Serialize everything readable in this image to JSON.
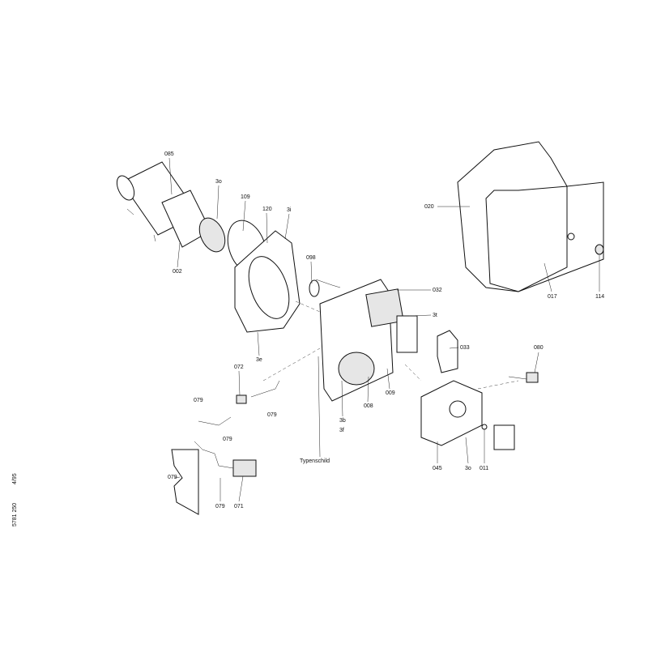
{
  "diagram": {
    "title_block": {
      "drawing_number": "5781 250",
      "date": "4/95"
    },
    "labels": [
      "085",
      "3o",
      "109",
      "120",
      "3i",
      "098",
      "002",
      "032",
      "3t",
      "020",
      "017",
      "114",
      "033",
      "080",
      "3e",
      "072",
      "079",
      "079",
      "079",
      "079",
      "079",
      "071",
      "3b",
      "3f",
      "008",
      "009",
      "045",
      "3o",
      "011",
      "Typenschild"
    ]
  }
}
